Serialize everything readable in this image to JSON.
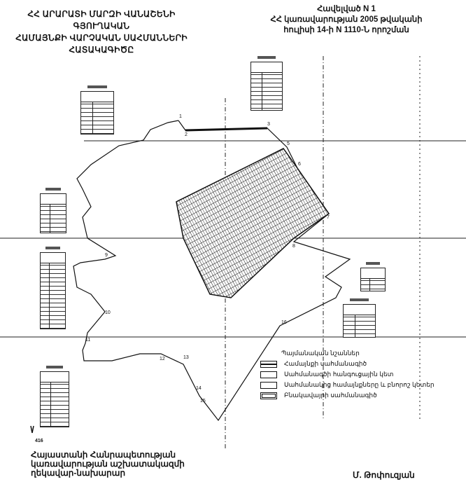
{
  "header": {
    "title_lines": [
      "ՀՀ ԱՐԱՐԱՏԻ ՄԱՐԶԻ ՎԱՆԱՇԵՆԻ ԳՅՈՒՂԱԿԱՆ",
      "ՀԱՄԱՅՆՔԻ ՎԱՐՉԱԿԱՆ  ՍԱՀՄԱՆՆԵՐԻ",
      "ՀԱՏԱԿԱԳԻԾԸ"
    ],
    "annex_lines": [
      "Հավելված N 1",
      "ՀՀ կառավարության 2005 թվականի",
      "հուլիսի 14-ի N 1110-Ն որոշման"
    ]
  },
  "legend": {
    "title": "Պայմանական նշաններ",
    "items": [
      {
        "label": "Համայնքի սահմանագիծ"
      },
      {
        "label": "Սահմանագծի հանգուցային կետ"
      },
      {
        "label": "Սահմանակից համայնքները և բնորոշ կետեր"
      },
      {
        "label": "Բնակավայրի սահմանագիծ"
      }
    ]
  },
  "map": {
    "point_labels": [
      "1",
      "2",
      "3",
      "5",
      "6",
      "7",
      "8",
      "9",
      "10",
      "11",
      "12",
      "13",
      "14",
      "15",
      "16"
    ],
    "page_number": "416"
  },
  "footer": {
    "position_lines": [
      "Հայաստանի Հանրապետության",
      "կառավարության աշխատակազմի",
      "ղեկավար-նախարար"
    ],
    "signatory": "Մ. Թոփուզյան"
  }
}
